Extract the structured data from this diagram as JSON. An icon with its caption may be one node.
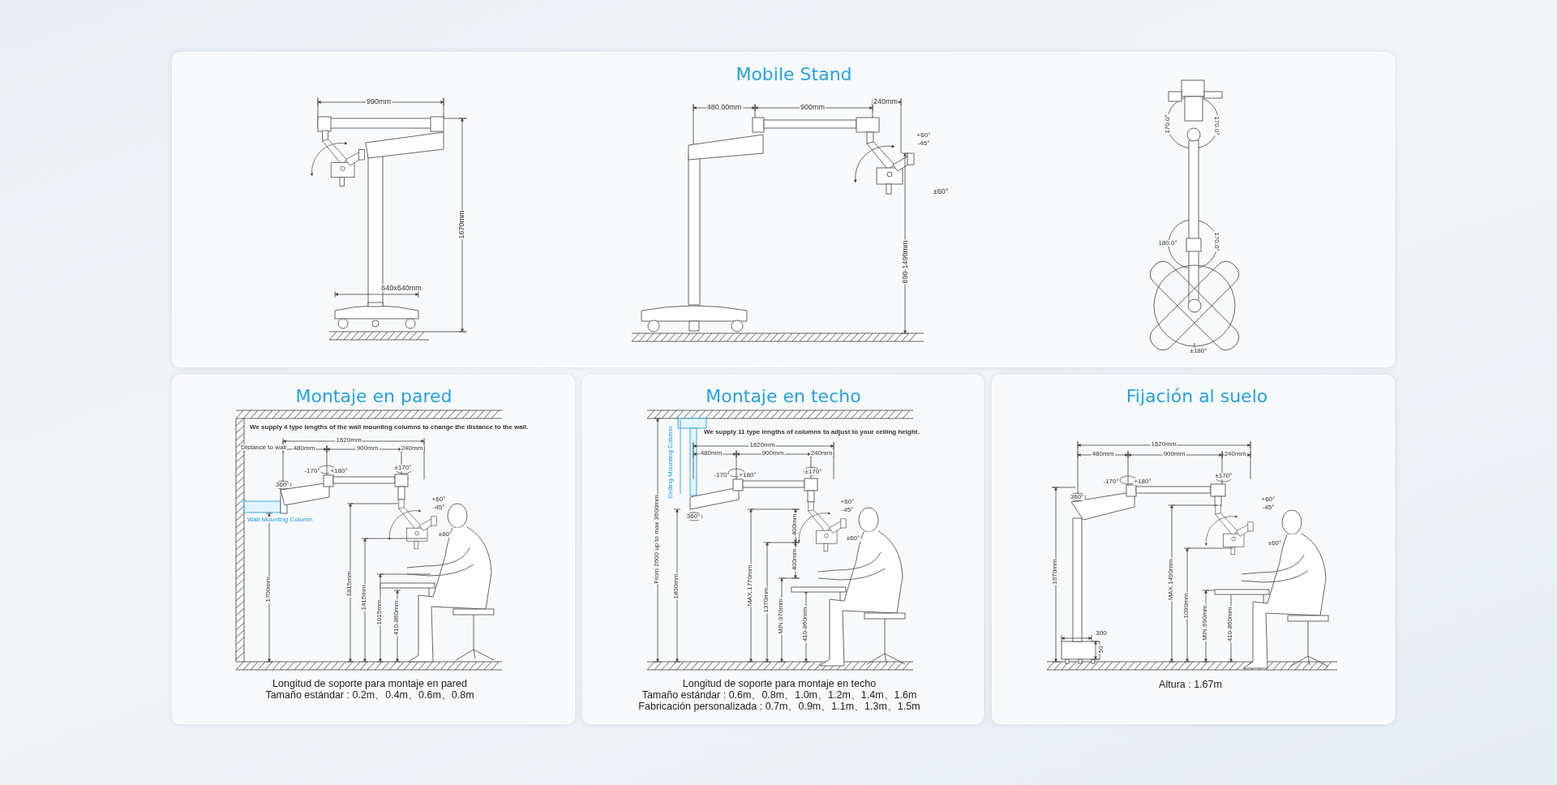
{
  "diagram": {
    "nodes": [
      {
        "text": [
          "Mobile Stand"
        ]
      },
      {
        "text": [
          "Montaje en pared",
          "Longitud de soporte para montaje en pared",
          "Tamaño estándar : 0.2m、0.4m、0.6m、0.8m"
        ]
      },
      {
        "text": [
          "Montaje en techo",
          "Longitud de soporte para montaje en techo",
          "Tamaño estándar : 0.6m、0.8m、1.0m、1.2m、1.4m、1.6m",
          "Fabricación personalizada : 0.7m、0.9m、1.1m、1.3m、1.5m"
        ]
      },
      {
        "text": [
          "Fijación al suelo",
          "Altura : 1.67m"
        ]
      }
    ],
    "labels": [
      "990mm",
      "1670mm",
      "640x640mm",
      "480.00mm",
      "900mm",
      "240mm",
      "+60°",
      "-45°",
      "±60°",
      "690-1490mm",
      "170.0°",
      "170.0°",
      "180.0°",
      "170.0°",
      "±180°",
      "We supply 4 type lengths of the wall mounting columns to change the distance to the wall.",
      "1620mm",
      "Distance to wall",
      "480mm",
      "900mm",
      "240mm",
      "-170°",
      "+180°",
      "±170°",
      "360°",
      "Wall Mounting Column",
      "+60°",
      "-45°",
      "±60°",
      "1700mm",
      "1815mm",
      "1415mm",
      "1015mm",
      "410-860mm",
      "We supply 11 type lengths of columns to adjust to your ceiling height.",
      "Ceiling Mounting Column",
      "1620mm",
      "480mm",
      "900mm",
      "240mm",
      "-170°",
      "+180°",
      "±170°",
      "360°",
      "+60°",
      "-45°",
      "±60°",
      "From 2600 up to max 3600mm",
      "1800mm",
      "400mm",
      "400mm",
      "MAX.1770mm",
      "1370mm",
      "MIN.970mm",
      "410-860mm",
      "1620mm",
      "480mm",
      "900mm",
      "240mm",
      "-170°",
      "+180°",
      "±170°",
      "360°",
      "+60°",
      "-45°",
      "±60°",
      "1670mm",
      "MAX.1490mm",
      "1090mm",
      "MIN.690mm",
      "410-860mm",
      "300",
      "50"
    ]
  }
}
